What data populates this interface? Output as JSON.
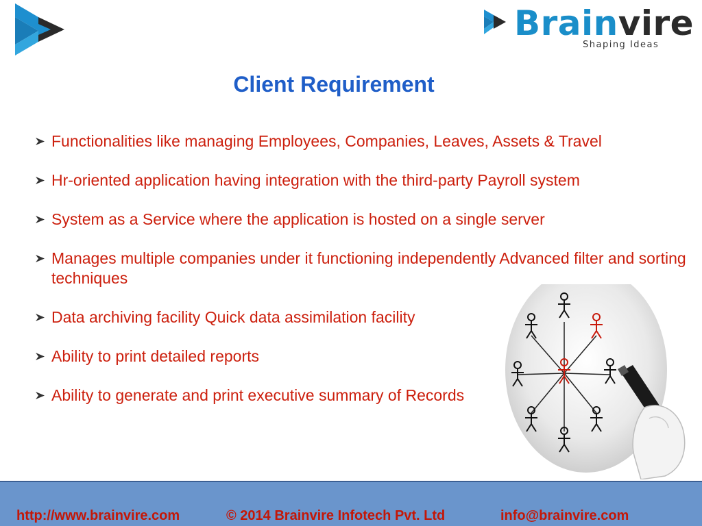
{
  "logo": {
    "brand_part1": "Brain",
    "brand_part2": "vire",
    "tagline": "Shaping Ideas"
  },
  "slide": {
    "title": "Client Requirement",
    "bullets": [
      "Functionalities like managing Employees, Companies, Leaves, Assets & Travel",
      "Hr-oriented application having integration with the third-party Payroll system",
      "System as a Service where the application is hosted on a single server",
      "Manages multiple companies under it functioning independently Advanced filter and sorting techniques",
      "Data archiving facility Quick data assimilation facility",
      "Ability to print detailed reports",
      "Ability to generate and print executive summary of Records"
    ]
  },
  "footer": {
    "website": "http://www.brainvire.com",
    "copyright": "© 2014 Brainvire Infotech Pvt. Ltd",
    "email": "info@brainvire.com"
  },
  "colors": {
    "title": "#1f5ec8",
    "bullet_text": "#cc1f0d",
    "footer_bg": "#6a95cc",
    "footer_text": "#c41707",
    "brand_blue": "#1a8ec9",
    "brand_dark": "#2b2b2b"
  },
  "icons": {
    "bullet": "arrowhead-bullet-icon",
    "corner": "brainvire-mark-icon",
    "illustration": "people-network-icon"
  }
}
